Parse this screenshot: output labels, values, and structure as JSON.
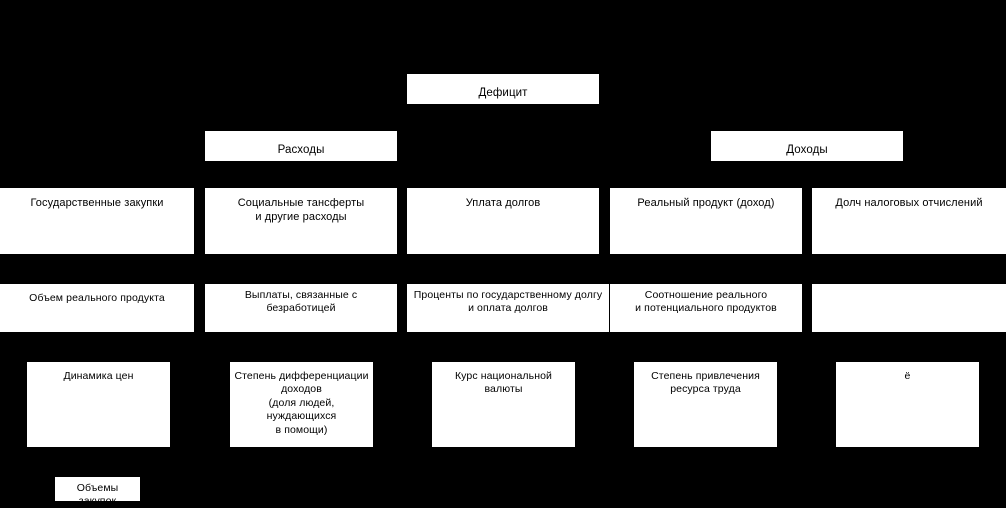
{
  "diagram": {
    "background_color": "#000000",
    "node_fill_color": "#ffffff",
    "node_text_color": "#000000",
    "root": {
      "label": "Дефицит"
    },
    "branches": [
      {
        "label": "Расходы"
      },
      {
        "label": "Доходы"
      }
    ],
    "row_categories": [
      {
        "label": "Государственные закупки"
      },
      {
        "label": "Социальные тансферты\nи другие расходы"
      },
      {
        "label": "Уплата долгов"
      },
      {
        "label": "Реальный продукт (доход)"
      },
      {
        "label": "Долч налоговых отчислений"
      }
    ],
    "row_indicators": [
      {
        "label": "Объем реального продукта"
      },
      {
        "label": "Выплаты, связанные с\nбезработицей"
      },
      {
        "label": "Проценты по государственному долгу\nи оплата долгов"
      },
      {
        "label": "Соотношение реального\nи потенциального продуктов"
      },
      {
        "label": ""
      }
    ],
    "row_details": [
      {
        "label": "Динамика цен"
      },
      {
        "label": "Степень дифференциации\nдоходов\n(доля людей, нуждающихся\nв помощи)"
      },
      {
        "label": "Курс национальной валюты"
      },
      {
        "label": "Степень привлечения\nресурса труда"
      },
      {
        "label": "ё"
      }
    ],
    "leaf": {
      "label": "Объемы закупок"
    }
  }
}
